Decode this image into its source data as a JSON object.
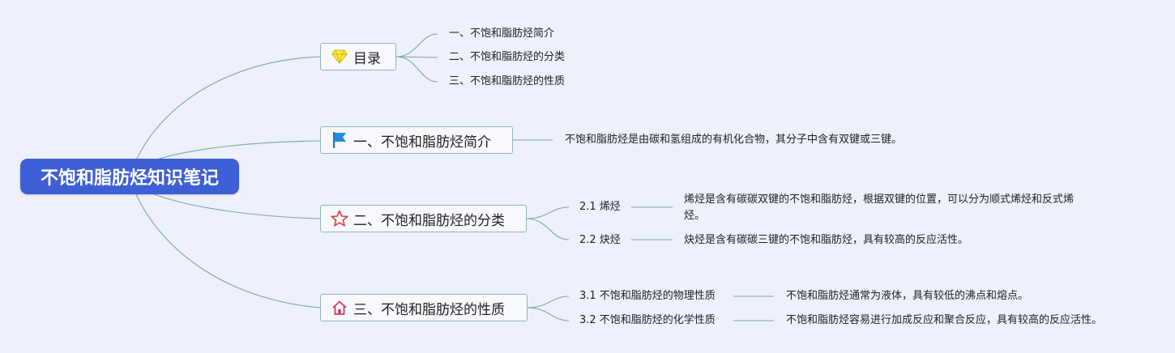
{
  "root": {
    "title": "不饱和脂肪烃知识笔记"
  },
  "branches": {
    "toc": {
      "label": "目录",
      "icon": "diamond-icon",
      "items": [
        "一、不饱和脂肪烃简介",
        "二、不饱和脂肪烃的分类",
        "三、不饱和脂肪烃的性质"
      ]
    },
    "intro": {
      "label": "一、不饱和脂肪烃简介",
      "icon": "flag-icon",
      "desc": "不饱和脂肪烃是由碳和氢组成的有机化合物，其分子中含有双键或三键。"
    },
    "classify": {
      "label": "二、不饱和脂肪烃的分类",
      "icon": "star-icon",
      "subs": [
        {
          "label": "2.1 烯烃",
          "desc": "烯烃是含有碳碳双键的不饱和脂肪烃，根据双键的位置，可以分为顺式烯烃和反式烯烃。"
        },
        {
          "label": "2.2 炔烃",
          "desc": "炔烃是含有碳碳三键的不饱和脂肪烃，具有较高的反应活性。"
        }
      ]
    },
    "props": {
      "label": "三、不饱和脂肪烃的性质",
      "icon": "home-icon",
      "subs": [
        {
          "label": "3.1 不饱和脂肪烃的物理性质",
          "desc": "不饱和脂肪烃通常为液体，具有较低的沸点和熔点。"
        },
        {
          "label": "3.2 不饱和脂肪烃的化学性质",
          "desc": "不饱和脂肪烃容易进行加成反应和聚合反应，具有较高的反应活性。"
        }
      ]
    }
  },
  "colors": {
    "background": "#eef0fb",
    "root_fill": "#3f5fd6",
    "connector": "#7aa7a7",
    "node_border": "#8fb6b6"
  }
}
